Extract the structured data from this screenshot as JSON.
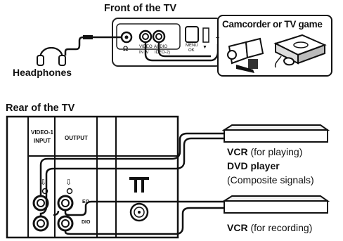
{
  "front": {
    "title": "Front of the TV",
    "headphone_symbol": "Ω",
    "video_label_1": "VIDEO",
    "video_label_2": "IN (V",
    "audio_label_1": "AUDIO",
    "audio_label_2": "IDEO-2)",
    "menu_label_1": "MENU",
    "menu_label_2": "OK",
    "arrow_symbol": "▼",
    "minus_symbol": "–"
  },
  "devices": {
    "camcorder_box_label": "Camcorder or TV game",
    "headphones_label": "Headphones"
  },
  "rear": {
    "title": "Rear of the TV",
    "input_header_1": "VIDEO-1",
    "input_header_2": "INPUT",
    "output_header": "OUTPUT",
    "video_partial": "EO",
    "audio_partial": "DIO",
    "down_arrow": "⇩"
  },
  "vcr_play": {
    "line1_bold": "VCR",
    "line1_rest": " (for playing)",
    "line2": "DVD player",
    "line3": "(Composite signals)"
  },
  "vcr_record": {
    "bold": "VCR",
    "rest": " (for recording)"
  }
}
